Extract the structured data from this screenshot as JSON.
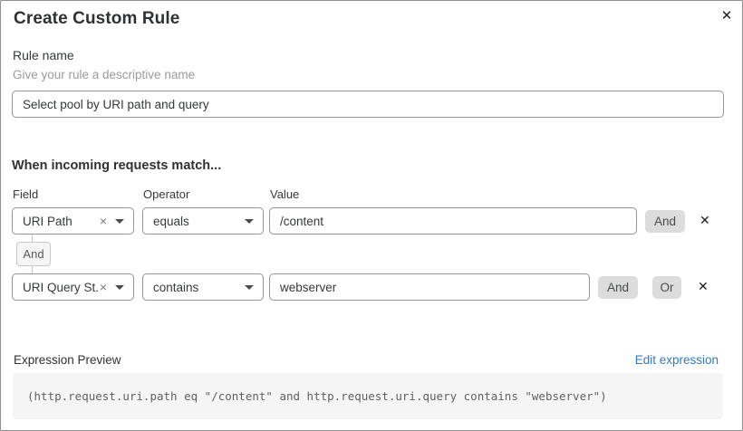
{
  "dialog": {
    "title": "Create Custom Rule"
  },
  "icons": {
    "close": "✕",
    "remove_condition": "✕",
    "clear_select": "×",
    "dropdown_caret": "caret-down"
  },
  "rule_name": {
    "label": "Rule name",
    "hint": "Give your rule a descriptive name",
    "value": "Select pool by URI path and query"
  },
  "builder": {
    "heading": "When incoming requests match...",
    "columns": {
      "field": "Field",
      "operator": "Operator",
      "value": "Value"
    },
    "connector_label": "And",
    "rows": [
      {
        "field": "URI Path",
        "operator": "equals",
        "value": "/content",
        "buttons": [
          "And"
        ]
      },
      {
        "field": "URI Query St...",
        "operator": "contains",
        "value": "webserver",
        "buttons": [
          "And",
          "Or"
        ]
      }
    ]
  },
  "expression": {
    "label": "Expression Preview",
    "edit_link": "Edit expression",
    "code": "(http.request.uri.path eq \"/content\" and http.request.uri.query contains \"webserver\")"
  },
  "colors": {
    "link_blue": "#2f7bbf",
    "chip_gray": "#dcdcdc",
    "code_bg": "#f5f5f5",
    "input_border": "#949494"
  }
}
